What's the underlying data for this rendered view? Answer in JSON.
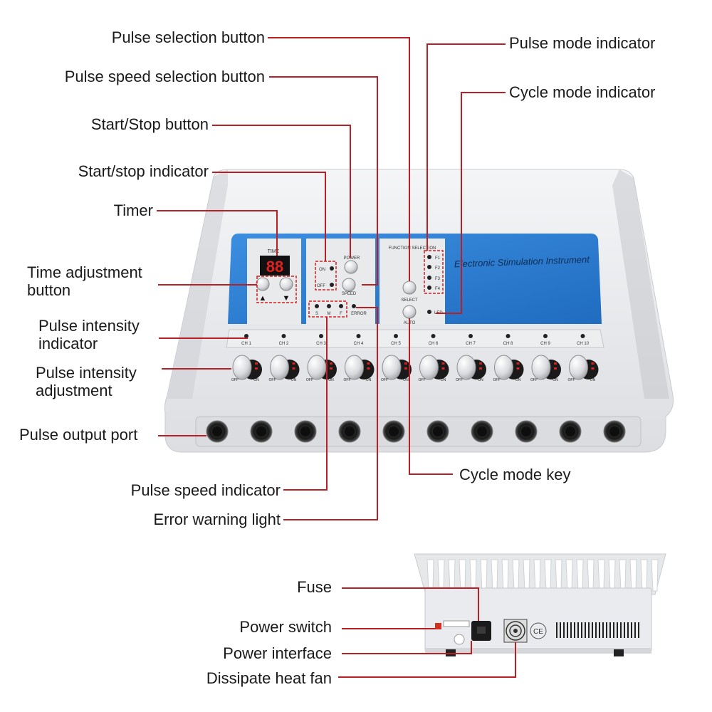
{
  "labels": {
    "pulse_selection_button": "Pulse selection button",
    "pulse_speed_selection_button": "Pulse speed selection button",
    "start_stop_button": "Start/Stop button",
    "start_stop_indicator": "Start/stop indicator",
    "timer": "Timer",
    "time_adjustment_button_line1": "Time adjustment",
    "time_adjustment_button_line2": "button",
    "pulse_intensity_indicator_line1": "Pulse intensity",
    "pulse_intensity_indicator_line2": "indicator",
    "pulse_intensity_adjustment_line1": "Pulse intensity",
    "pulse_intensity_adjustment_line2": "adjustment",
    "pulse_output_port": "Pulse output port",
    "pulse_speed_indicator": "Pulse speed indicator",
    "error_warning_light": "Error warning light",
    "pulse_mode_indicator": "Pulse mode indicator",
    "cycle_mode_indicator": "Cycle mode indicator",
    "cycle_mode_key": "Cycle mode key",
    "fuse": "Fuse",
    "power_switch": "Power switch",
    "power_interface": "Power interface",
    "dissipate_heat_fan": "Dissipate heat fan"
  },
  "panel": {
    "time_title": "TIME",
    "time_display": "88",
    "on": "ON",
    "off": "OFF",
    "power": "POWER",
    "speed": "SPEED",
    "speed_s": "S",
    "speed_m": "M",
    "speed_f": "F",
    "error": "ERROR",
    "function_selection": "FUNCTION SELECTION",
    "select": "SELECT",
    "auto": "AUTO",
    "led": "LED",
    "f1": "F1",
    "f2": "F2",
    "f3": "F3",
    "f4": "F4",
    "instrument_name": "Electronic Stimulation Instrument",
    "channels": [
      "CH 1",
      "CH 2",
      "CH 3",
      "CH 4",
      "CH 5",
      "CH 6",
      "CH 7",
      "CH 8",
      "CH 9",
      "CH 10"
    ],
    "knob_off": "OFF",
    "knob_on": "ON"
  },
  "back_panel": {
    "ce_mark": "CE"
  },
  "colors": {
    "leader_line": "#b82025",
    "panel_blue": "#2f7fd0",
    "dashed_box": "#d42020"
  }
}
